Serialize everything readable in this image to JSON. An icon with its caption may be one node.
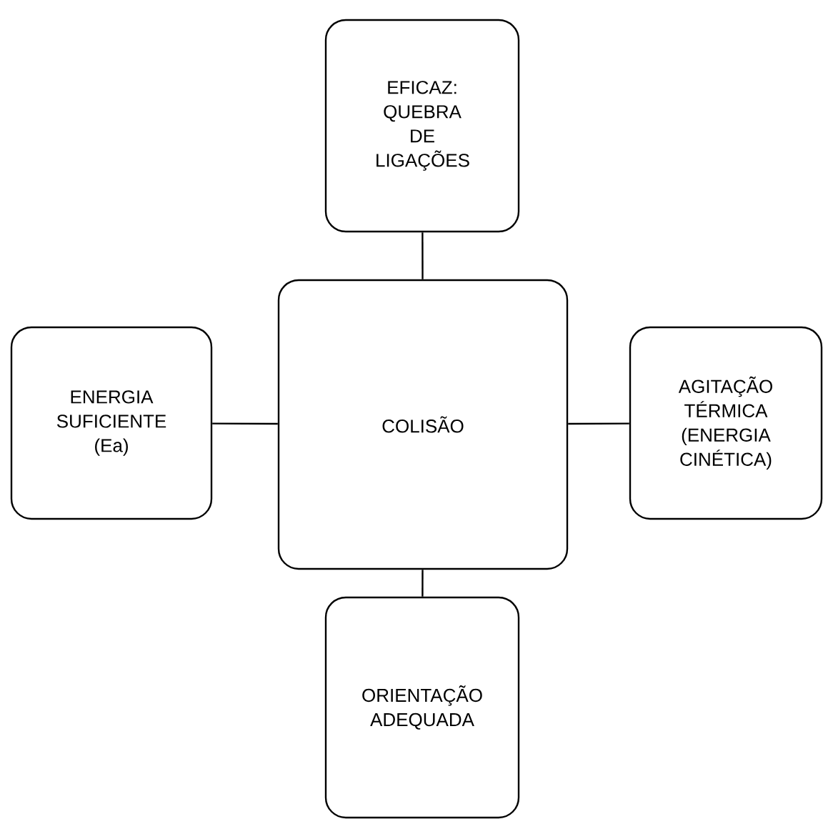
{
  "diagram": {
    "nodes": [
      {
        "text": [
          "COLISÃO"
        ]
      },
      {
        "text": [
          "EFICAZ: QUEBRA DE LIGAÇÕES"
        ]
      },
      {
        "text": [
          "ENERGIA SUFICIENTE (Ea)"
        ]
      },
      {
        "text": [
          "AGITAÇÃO TÉRMICA (ENERGIA CINÉTICA)"
        ]
      },
      {
        "text": [
          "ORIENTAÇÃO ADEQUADA"
        ]
      }
    ],
    "edges": [
      {
        "from": 0,
        "to": 1,
        "arrow": "none"
      },
      {
        "from": 2,
        "to": 0,
        "arrow": "none"
      },
      {
        "from": 0,
        "to": 3,
        "arrow": "none"
      },
      {
        "from": 0,
        "to": 4,
        "arrow": "none"
      }
    ]
  }
}
